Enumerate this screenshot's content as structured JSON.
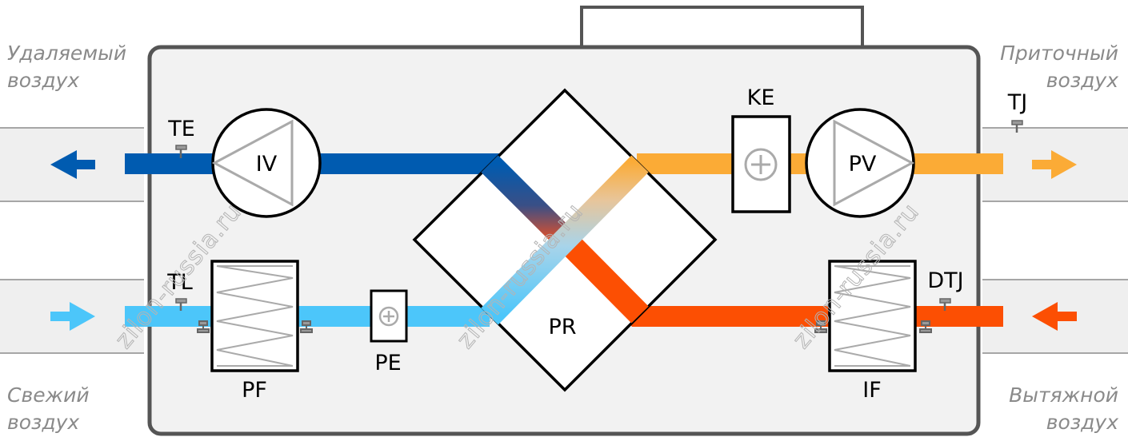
{
  "labels": {
    "exhaust_air": [
      "Удаляемый",
      "воздух"
    ],
    "supply_air": [
      "Приточный",
      "воздух"
    ],
    "fresh_air": [
      "Свежий",
      "воздух"
    ],
    "extract_air": [
      "Вытяжной",
      "воздух"
    ]
  },
  "components": {
    "exhaust_fan": "IV",
    "supply_fan": "PV",
    "heater": "KE",
    "preheater": "PE",
    "recuperator": "PR",
    "supply_filter": "PF",
    "extract_filter": "IF"
  },
  "sensors": {
    "exhaust_temp": "TE",
    "supply_temp": "TJ",
    "fresh_temp": "TL",
    "extract_temp": "DTJ"
  },
  "watermark": "zilon-russia.ru",
  "colors": {
    "exhaust": "#005bb0",
    "fresh": "#4cc6fa",
    "supply": "#fbab36",
    "extract": "#fc4f03",
    "housing": "#f2f2f2",
    "outline": "#555555",
    "duct": "#eeeeee"
  }
}
